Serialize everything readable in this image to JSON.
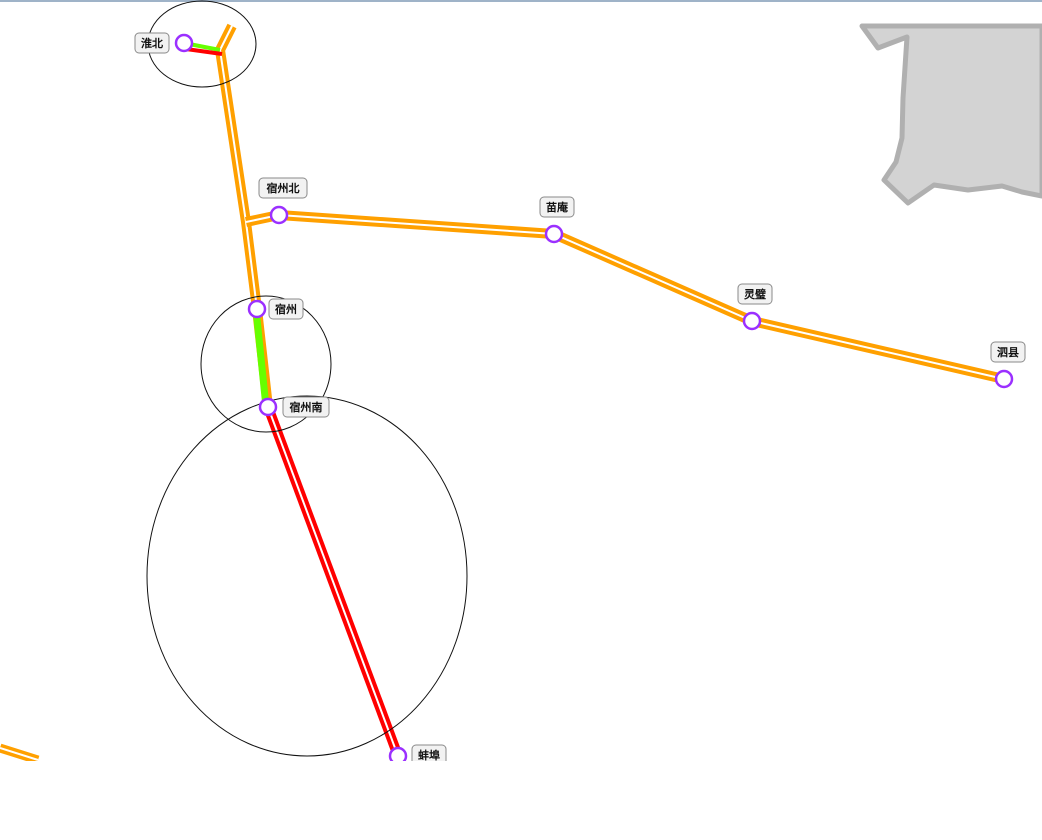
{
  "colors": {
    "orange_line": "#ffa000",
    "red_line": "#ff0000",
    "green_line": "#66ff00",
    "station_ring": "#9b30ff",
    "region_fill": "#d3d3d3",
    "region_stroke": "#b0b0b0",
    "circle_stroke": "#111111"
  },
  "stations": {
    "huaibei": "淮北",
    "suzhou_north": "宿州北",
    "yongqiao": "苗庵",
    "lingbi": "灵璧",
    "sixian": "泗县",
    "suzhou": "宿州",
    "suzhou_south": "宿州南",
    "bengbu": "蚌埠"
  }
}
